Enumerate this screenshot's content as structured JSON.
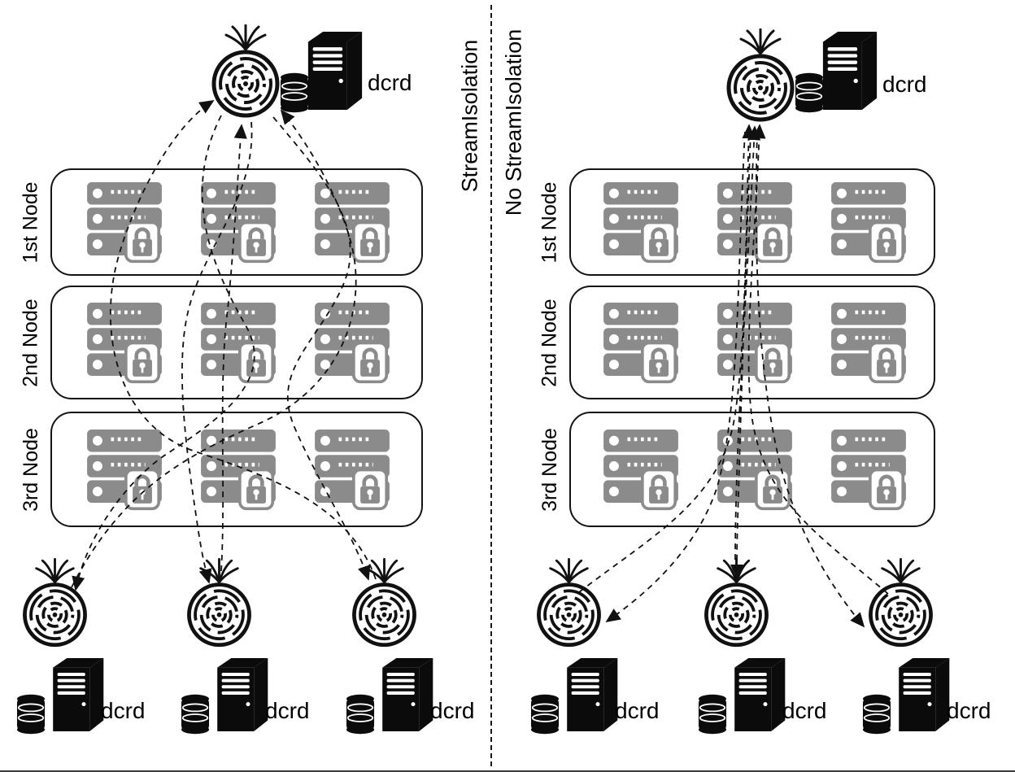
{
  "figure": {
    "colors": {
      "background": "#ffffff",
      "ink": "#111111",
      "rack_gray": "#8b8b8b"
    },
    "divider_style": "vertical-dashed-line"
  },
  "panels": [
    {
      "id": "stream-isolation",
      "caption": "StreamIsolation",
      "top_server": {
        "label": "dcrd",
        "icons": [
          "tor-onion-icon",
          "disk-stack-icon",
          "server-tower-icon"
        ]
      },
      "nodes": [
        {
          "label": "1st Node",
          "rack_count": 3
        },
        {
          "label": "2nd Node",
          "rack_count": 3
        },
        {
          "label": "3rd Node",
          "rack_count": 3
        }
      ],
      "bottom_servers": [
        {
          "label": "dcrd"
        },
        {
          "label": "dcrd"
        },
        {
          "label": "dcrd"
        }
      ]
    },
    {
      "id": "no-stream-isolation",
      "caption": "No StreamIsolation",
      "top_server": {
        "label": "dcrd",
        "icons": [
          "tor-onion-icon",
          "disk-stack-icon",
          "server-tower-icon"
        ]
      },
      "nodes": [
        {
          "label": "1st Node",
          "rack_count": 3
        },
        {
          "label": "2nd Node",
          "rack_count": 3
        },
        {
          "label": "3rd Node",
          "rack_count": 3
        }
      ],
      "bottom_servers": [
        {
          "label": "dcrd"
        },
        {
          "label": "dcrd"
        },
        {
          "label": "dcrd"
        }
      ]
    }
  ],
  "connections": [
    {
      "panel": "StreamIsolation",
      "style": "dashed",
      "edges": [
        {
          "from": "dcrd-top",
          "to": "dcrd-bottom-1"
        },
        {
          "from": "dcrd-top",
          "to": "dcrd-bottom-2"
        },
        {
          "from": "dcrd-top",
          "to": "dcrd-bottom-3"
        }
      ]
    },
    {
      "panel": "No StreamIsolation",
      "style": "dashed",
      "edges": [
        {
          "from": "dcrd-top",
          "to": "dcrd-bottom-1"
        },
        {
          "from": "dcrd-top",
          "to": "dcrd-bottom-2"
        },
        {
          "from": "dcrd-top",
          "to": "dcrd-bottom-3"
        }
      ]
    }
  ],
  "icons": {
    "onion": "tor-onion-icon",
    "tower": "server-tower-icon",
    "disks": "disk-stack-icon",
    "rack": "server-rack-icon",
    "lock": "padlock-icon"
  }
}
